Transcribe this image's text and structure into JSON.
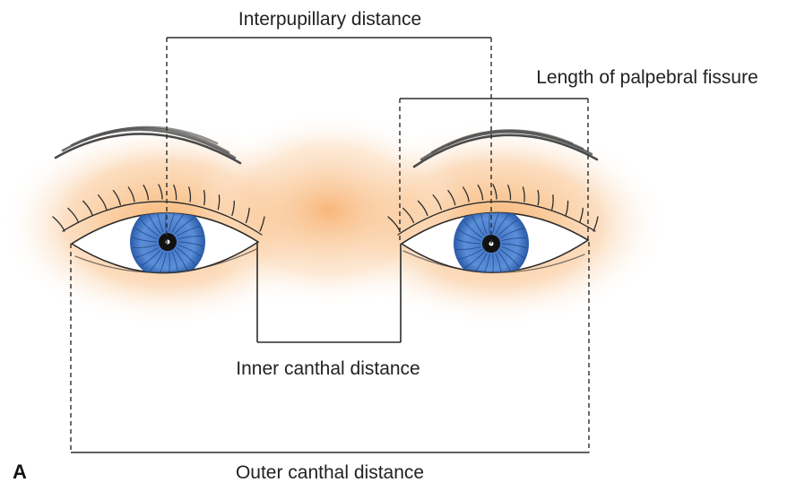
{
  "labels": {
    "interpupillary": "Interpupillary distance",
    "palpebral": "Length of palpebral fissure",
    "inner_canthal": "Inner canthal distance",
    "outer_canthal": "Outer canthal distance",
    "panel": "A"
  },
  "colors": {
    "skin_glow": "#f7a85a",
    "iris": "#5b8fd8",
    "iris_dark": "#2a5aa8",
    "pupil": "#111111",
    "sclera": "#ffffff",
    "line": "#2b2b2b",
    "brow": "#4a4a4a"
  }
}
